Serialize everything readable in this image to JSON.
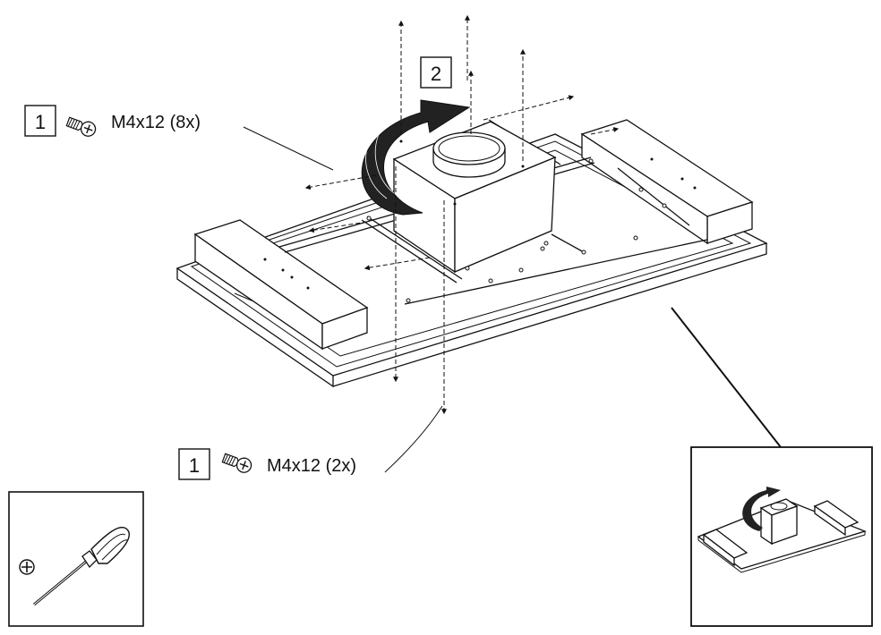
{
  "callouts": [
    {
      "step": "1",
      "screw": "M4x12 (8x)"
    },
    {
      "step": "1",
      "screw": "M4x12 (2x)"
    }
  ],
  "rotate_step": "2",
  "icons": [
    "screw-icon",
    "screwdriver-icon",
    "rotate-arrow-icon",
    "cross-head-icon"
  ]
}
